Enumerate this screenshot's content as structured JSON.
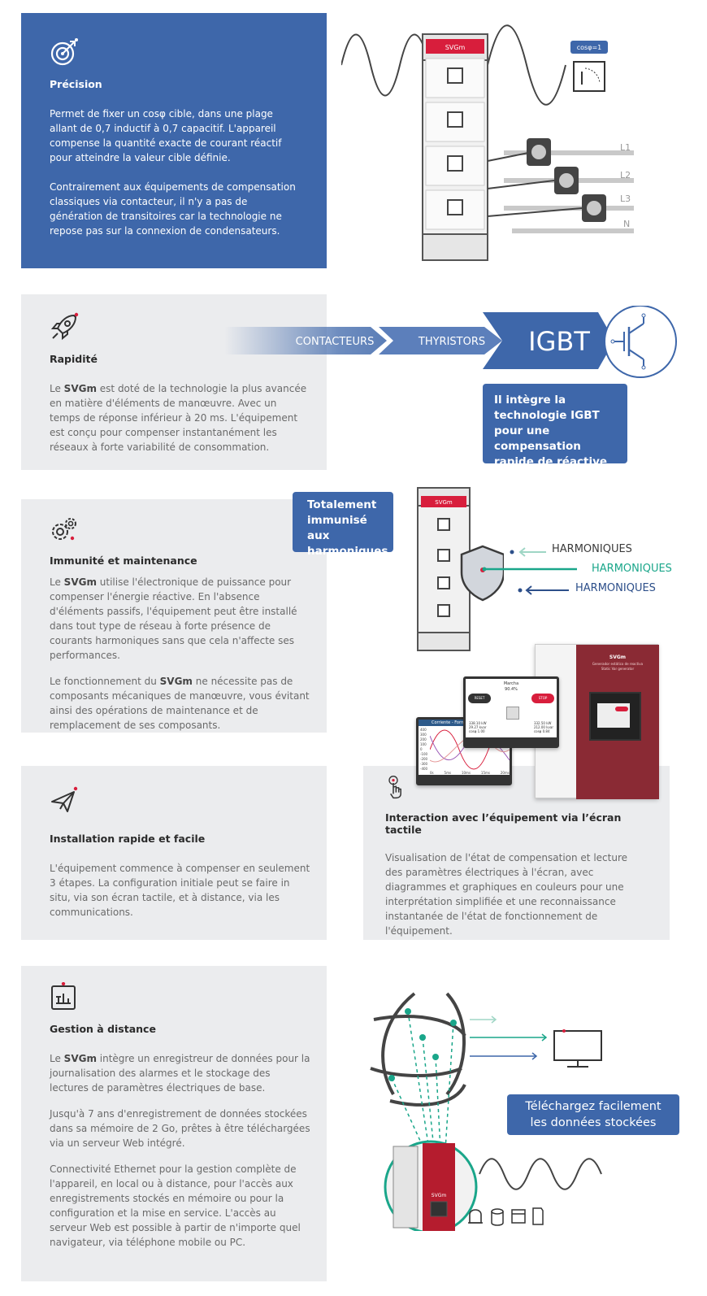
{
  "sections": {
    "precision": {
      "icon": "target-icon",
      "title": "Précision",
      "p1": "Permet de fixer un cosφ cible, dans une plage allant de 0,7 inductif à 0,7 capacitif. L'appareil compense la quantité exacte de courant réactif pour atteindre la valeur cible définie.",
      "p2": "Contrairement aux équipements de compensation classiques via contacteur, il n'y a pas de génération de transitoires car la technologie ne repose pas sur la connexion de condensateurs."
    },
    "rapidite": {
      "icon": "rocket-icon",
      "title": "Rapidité",
      "p1_pre": "Le ",
      "p1_bold": "SVGm",
      "p1_post": " est doté de la technologie la plus avancée en matière d'éléments de manœuvre. Avec un temps de réponse inférieur à 20 ms. L'équipement est conçu pour compenser instantanément les réseaux à forte variabilité de consommation."
    },
    "immunite": {
      "icon": "gears-icon",
      "title": "Immunité et maintenance",
      "p1_pre": "Le ",
      "p1_bold": "SVGm",
      "p1_post": " utilise l'électronique de puissance pour compenser l'énergie réactive. En l'absence d'éléments passifs, l'équipement peut être installé dans tout type de réseau à forte présence de courants harmoniques sans que cela n'affecte ses performances.",
      "p2_pre": "Le fonctionnement du ",
      "p2_bold": "SVGm",
      "p2_post": " ne nécessite pas de composants mécaniques de manœuvre,  vous évitant ainsi des opérations de maintenance et de remplacement de ses composants."
    },
    "installation": {
      "icon": "paper-plane-icon",
      "title": "Installation rapide et facile",
      "p1": "L'équipement commence à compenser en seulement 3 étapes. La configuration initiale peut se faire in situ, via son écran tactile, et à distance, via les communications."
    },
    "interaction": {
      "icon": "touch-icon",
      "title": "Interaction avec l’équipement via l’écran tactile",
      "p1": "Visualisation de l'état de compensation et lecture des paramètres électriques à l'écran, avec diagrammes et graphiques en couleurs pour une interprétation simplifiée et une reconnaissance instantanée de l'état de fonctionnement de l'équipement."
    },
    "gestion": {
      "icon": "remote-chart-icon",
      "title": "Gestion à distance",
      "p1_pre": "Le ",
      "p1_bold": "SVGm",
      "p1_post": " intègre un enregistreur de données pour la journalisation des alarmes et le stockage des lectures de paramètres électriques de base.",
      "p2": "Jusqu'à 7 ans d'enregistrement de données stockées dans sa mémoire de 2 Go, prêtes à être téléchargées via un serveur Web intégré.",
      "p3": "Connectivité Ethernet pour la gestion complète de l'appareil, en local ou à distance, pour l'accès aux enregistrements stockés en mémoire ou pour la configuration et la mise en service. L'accès au serveur Web est possible à partir de n'importe quel navigateur, via téléphone mobile ou PC."
    }
  },
  "illustrations": {
    "cabinet_label": "SVGm",
    "cosphi": "cosφ=1",
    "lines": [
      "L1",
      "L2",
      "L3",
      "N"
    ],
    "tech_steps": [
      "CONTACTEURS",
      "THYRISTORS",
      "IGBT"
    ],
    "igbt_callout": "Il intègre la technologie IGBT pour une compensation rapide de réactive",
    "immune_callout": "Totalement immunisé aux harmoniques",
    "harmonics": [
      "HARMONIQUES",
      "HARMONIQUES",
      "HARMONIQUES"
    ],
    "screen": {
      "title": "Marcha",
      "percent": "90.4%",
      "reset": "RESET",
      "stop": "STOP",
      "left_vals": [
        "338.10 kW",
        "29.27 kvar",
        "cosφ 1.00"
      ],
      "right_vals": [
        "332.50 kW",
        "212.00 kvar",
        "cosφ 0.84"
      ],
      "graph_title": "Corriente - Forma",
      "y_ticks": [
        "400",
        "300",
        "200",
        "100",
        "0",
        "-100",
        "-200",
        "-300",
        "-400"
      ],
      "x_ticks": [
        "0s",
        "5ms",
        "10ms",
        "15ms",
        "20ms"
      ]
    },
    "device_front": {
      "brand": "SVGm",
      "sub1": "Generador estático de reactiva",
      "sub2": "Static Var generator"
    },
    "download_callout": "Téléchargez facilement les données stockées"
  },
  "colors": {
    "brand_blue": "#3e67aa",
    "panel_grey": "#ebecee",
    "accent_red": "#d81e3c",
    "teal": "#1aa68a",
    "light_teal": "#9fd6c5"
  }
}
